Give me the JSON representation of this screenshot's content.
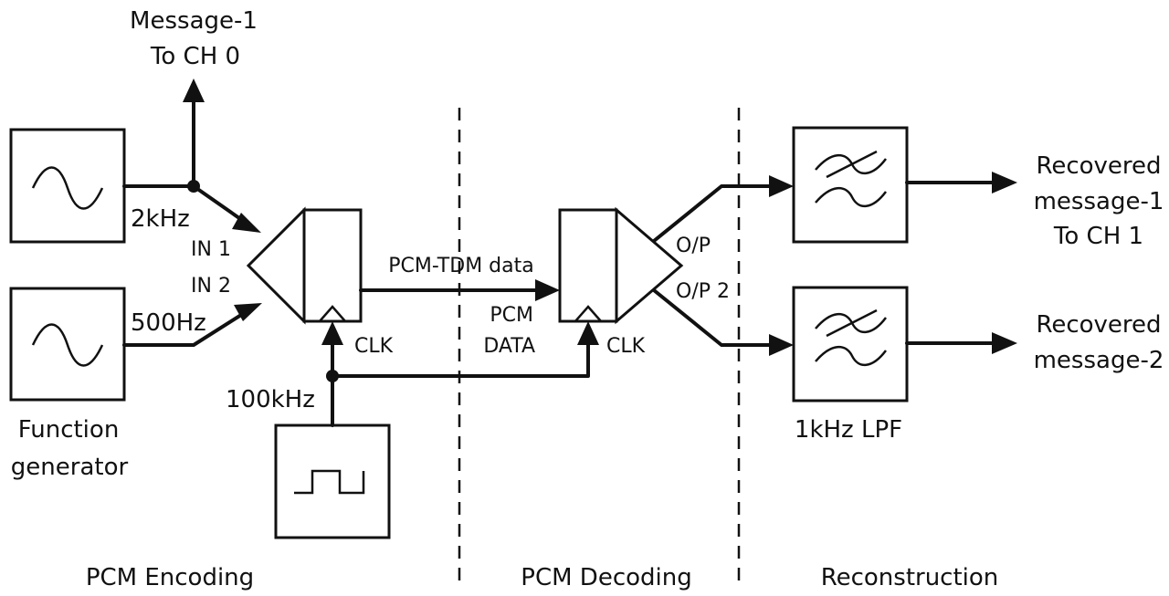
{
  "inputs": {
    "message1_line1": "Message-1",
    "message1_line2": "To CH 0",
    "freq_2k": "2kHz",
    "freq_500": "500Hz",
    "fg_line1": "Function",
    "fg_line2": "generator",
    "clk_freq": "100kHz"
  },
  "encoder": {
    "in1": "IN 1",
    "in2": "IN 2",
    "clk": "CLK",
    "output": "PCM-TDM data"
  },
  "decoder": {
    "pcm": "PCM",
    "data": "DATA",
    "clk": "CLK",
    "op1": "O/P",
    "op2": "O/P 2"
  },
  "outputs": {
    "rec1_line1": "Recovered",
    "rec1_line2": "message-1",
    "rec1_line3": "To CH 1",
    "rec2_line1": "Recovered",
    "rec2_line2": "message-2",
    "lpf_label": "1kHz LPF"
  },
  "sections": {
    "encoding": "PCM Encoding",
    "decoding": "PCM Decoding",
    "reconstruction": "Reconstruction"
  }
}
